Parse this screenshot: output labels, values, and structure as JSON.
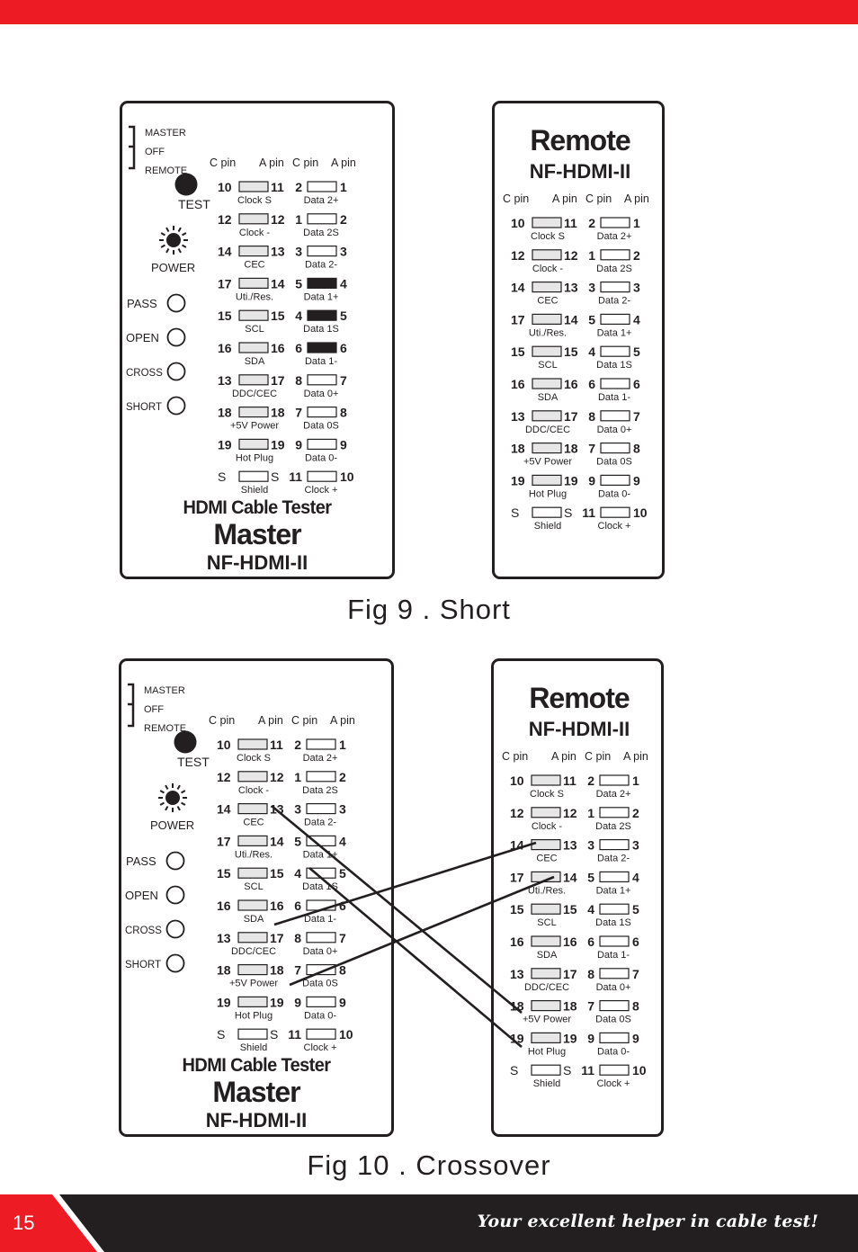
{
  "page": {
    "number": "15",
    "tagline": "Your excellent helper in cable test!",
    "accent_color": "#ed1c24",
    "footer_color": "#231f20"
  },
  "figures": [
    {
      "caption": "Fig 9 . Short",
      "short_pins": [
        4,
        5,
        6
      ],
      "crossover": false
    },
    {
      "caption": "Fig 10 . Crossover",
      "short_pins": [],
      "crossover": true
    }
  ],
  "master": {
    "switch_labels": [
      "MASTER",
      "OFF",
      "REMOTE"
    ],
    "test_label": "TEST",
    "power_label": "POWER",
    "power_icon": "sun-led-icon",
    "indicators": [
      "PASS",
      "OPEN",
      "CROSS",
      "SHORT"
    ],
    "brand_line": "HDMI Cable Tester",
    "title": "Master",
    "model": "NF-HDMI-II"
  },
  "remote": {
    "title": "Remote",
    "model": "NF-HDMI-II"
  },
  "pin_headers": [
    "C pin",
    "A pin",
    "C pin",
    "A pin"
  ],
  "left_rows": [
    {
      "c": "10",
      "a": "11",
      "label": "Clock S"
    },
    {
      "c": "12",
      "a": "12",
      "label": "Clock -"
    },
    {
      "c": "14",
      "a": "13",
      "label": "CEC"
    },
    {
      "c": "17",
      "a": "14",
      "label": "Uti./Res."
    },
    {
      "c": "15",
      "a": "15",
      "label": "SCL"
    },
    {
      "c": "16",
      "a": "16",
      "label": "SDA"
    },
    {
      "c": "13",
      "a": "17",
      "label": "DDC/CEC"
    },
    {
      "c": "18",
      "a": "18",
      "label": "+5V Power"
    },
    {
      "c": "19",
      "a": "19",
      "label": "Hot Plug"
    },
    {
      "c": "S",
      "a": "S",
      "label": "Shield"
    }
  ],
  "right_rows": [
    {
      "c": "2",
      "a": "1",
      "label": "Data 2+"
    },
    {
      "c": "1",
      "a": "2",
      "label": "Data 2S"
    },
    {
      "c": "3",
      "a": "3",
      "label": "Data 2-"
    },
    {
      "c": "5",
      "a": "4",
      "label": "Data 1+"
    },
    {
      "c": "4",
      "a": "5",
      "label": "Data 1S"
    },
    {
      "c": "6",
      "a": "6",
      "label": "Data 1-"
    },
    {
      "c": "8",
      "a": "7",
      "label": "Data 0+"
    },
    {
      "c": "7",
      "a": "8",
      "label": "Data 0S"
    },
    {
      "c": "9",
      "a": "9",
      "label": "Data 0-"
    },
    {
      "c": "11",
      "a": "10",
      "label": "Clock +"
    }
  ]
}
